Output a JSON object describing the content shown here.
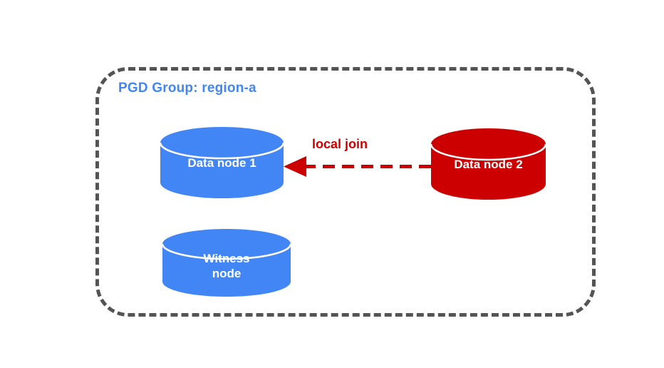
{
  "diagram": {
    "type": "architecture-diagram",
    "background": "#ffffff",
    "group": {
      "label": "PGD Group: region-a",
      "label_color": "#4285f4",
      "border_color": "#545454",
      "border_style": "dashed"
    },
    "nodes": [
      {
        "id": "data-node-1",
        "label": "Data node 1",
        "shape": "cylinder",
        "color": "#4285f4",
        "text_color": "#ffffff"
      },
      {
        "id": "data-node-2",
        "label": "Data node 2",
        "shape": "cylinder",
        "color": "#cc0000",
        "text_color": "#ffffff"
      },
      {
        "id": "witness-node",
        "label": "Witness\nnode",
        "shape": "cylinder",
        "color": "#4285f4",
        "text_color": "#ffffff"
      }
    ],
    "edges": [
      {
        "id": "local-join-edge",
        "label": "local join",
        "from": "data-node-2",
        "to": "data-node-1",
        "style": "dashed",
        "color": "#cc0000",
        "arrowhead": "left"
      }
    ]
  }
}
